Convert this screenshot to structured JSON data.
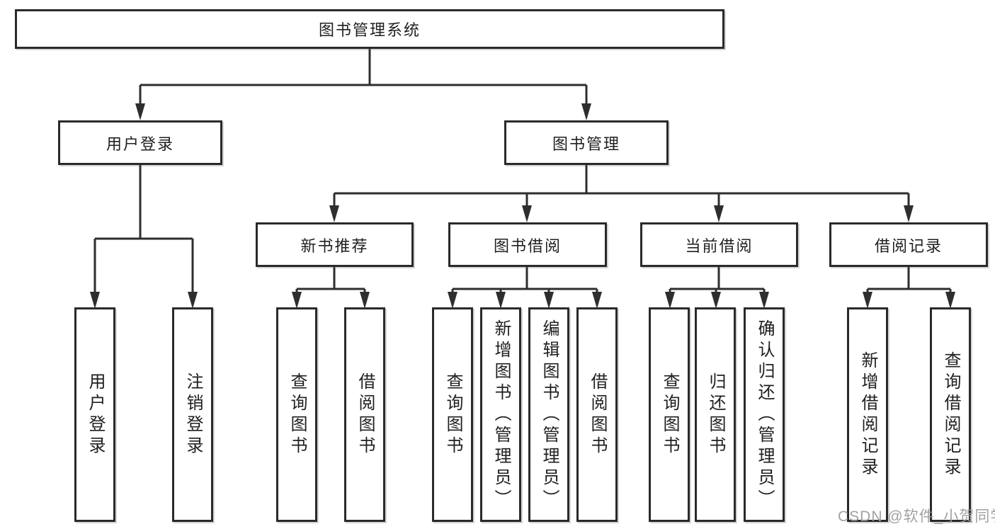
{
  "nodes": {
    "root": "图书管理系统",
    "user_login": "用户登录",
    "book_mgmt": "图书管理",
    "new_books": "新书推荐",
    "book_borrow": "图书借阅",
    "current_borrow": "当前借阅",
    "borrow_records": "借阅记录"
  },
  "leaves": {
    "user_login": [
      "用户登录",
      "注销登录"
    ],
    "new_books": [
      "查询图书",
      "借阅图书"
    ],
    "book_borrow": [
      "查询图书",
      "新增图书（管理员）",
      "编辑图书（管理员）",
      "借阅图书"
    ],
    "current_borrow": [
      "查询图书",
      "归还图书",
      "确认归还（管理员）"
    ],
    "borrow_records": [
      "新增借阅记录",
      "查询借阅记录"
    ]
  },
  "watermark": "CSDN @软件_小贺同学",
  "colors": {
    "background": "#ffffff",
    "line": "#2e2e2e",
    "box_border": "#2a2a2a",
    "box_fill": "#ffffff",
    "text": "#1f1f1f",
    "watermark": "#9c9c9c"
  }
}
